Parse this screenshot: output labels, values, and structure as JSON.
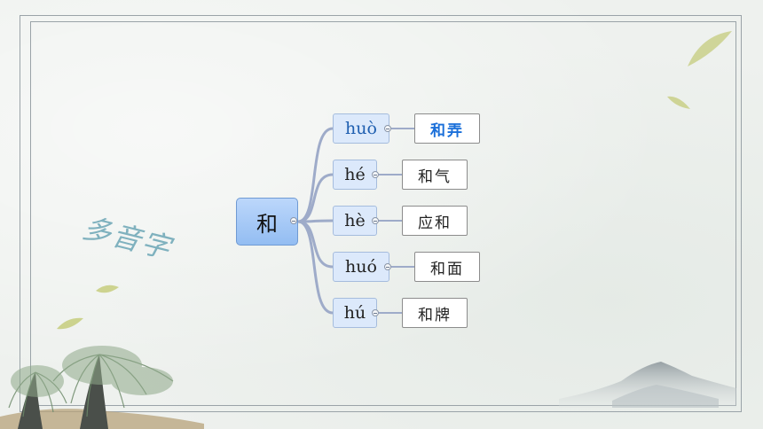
{
  "side_title": "多音字",
  "root": {
    "char": "和"
  },
  "branches": [
    {
      "pinyin": "huò",
      "word": "和弄",
      "active": true
    },
    {
      "pinyin": "hé",
      "word": "和气",
      "active": false
    },
    {
      "pinyin": "hè",
      "word": "应和",
      "active": false
    },
    {
      "pinyin": "huó",
      "word": "和面",
      "active": false
    },
    {
      "pinyin": "hú",
      "word": "和牌",
      "active": false
    }
  ],
  "colors": {
    "connector": "#9eabc9",
    "root_fill": "#a6c8f6",
    "pinyin_fill": "#dce9fb",
    "active_text": "#1a6fd9",
    "title": "#7fb1be"
  },
  "decorations": [
    "willow-tree-illustration",
    "mountain-ink-illustration",
    "bamboo-leaf-icon"
  ]
}
